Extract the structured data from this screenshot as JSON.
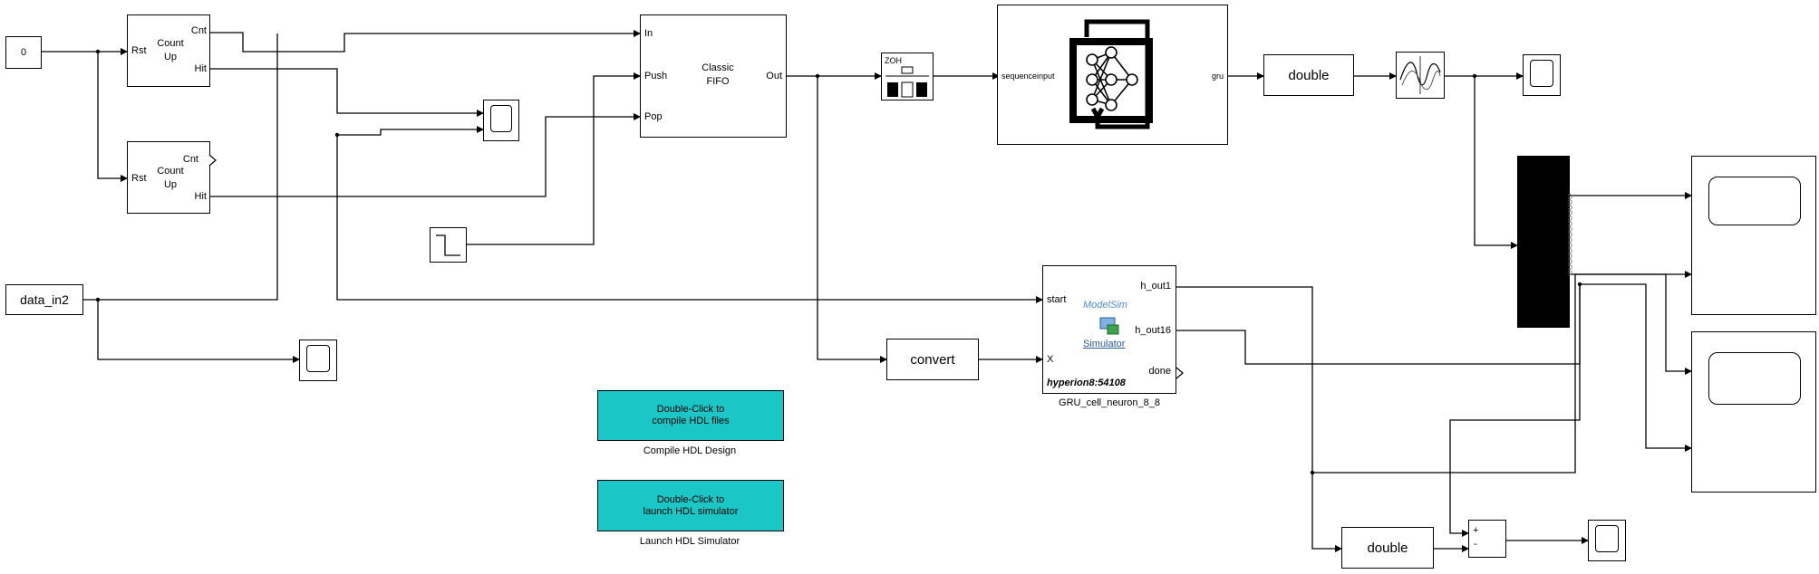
{
  "blocks": {
    "constant": {
      "value": "0"
    },
    "counter1": {
      "rst": "Rst",
      "title_line1": "Count",
      "title_line2": "Up",
      "cnt": "Cnt",
      "hit": "Hit"
    },
    "counter2": {
      "rst": "Rst",
      "title_line1": "Count",
      "title_line2": "Up",
      "cnt": "Cnt",
      "hit": "Hit"
    },
    "fifo": {
      "in": "In",
      "push": "Push",
      "pop": "Pop",
      "title_line1": "Classic",
      "title_line2": "FIFO",
      "out": "Out"
    },
    "zoh": {
      "label": "ZOH"
    },
    "gru": {
      "input_port": "sequenceinput",
      "output_port": "gru"
    },
    "double_top": {
      "label": "double"
    },
    "data_in": {
      "label": "data_in2"
    },
    "convert": {
      "label": "convert"
    },
    "cosim": {
      "start": "start",
      "x": "X",
      "h_out1": "h_out1",
      "h_out16": "h_out16",
      "done": "done",
      "logo_line1": "ModelSim",
      "logo_line2": "Simulator",
      "host": "hyperion8:54108",
      "name": "GRU_cell_neuron_8_8"
    },
    "double_bottom": {
      "label": "double"
    },
    "sum": {
      "plus1": "+",
      "minus": "-"
    }
  },
  "buttons": {
    "compile": {
      "line1": "Double-Click to",
      "line2": "compile HDL files",
      "caption": "Compile HDL Design"
    },
    "launch": {
      "line1": "Double-Click to",
      "line2": "launch HDL simulator",
      "caption": "Launch HDL Simulator"
    }
  },
  "colors": {
    "button_fill": "#1ac6c6",
    "wire": "#000000",
    "mux_fill": "#000000"
  }
}
